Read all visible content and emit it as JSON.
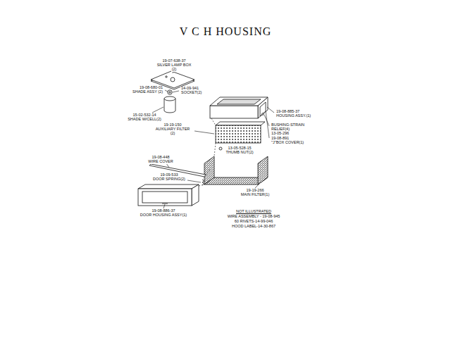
{
  "diagram": {
    "title": "V C H HOUSING",
    "labels": [
      "19-07-638-37",
      "SILVER LAMP BOX",
      "(2)",
      "19-08-680-01",
      "SHADE ASSY (2)",
      "14-09-941",
      "SOCKET(2)",
      "15-02-532-14",
      "SHADE W/CELL(2)",
      "19-19-150",
      "AUXILIARY FILTER",
      "(2)",
      "19-08-448",
      "WIRE COVER",
      "19-09-533",
      "DOOR SPRING(2)",
      "19-08-886-37",
      "DOOR HOUSING ASSY(1)",
      "19-08-885-37",
      "HOUSING ASSY.(1)",
      "BUSHING-STRAIN",
      "RELIEF(4)",
      "13-05-296",
      "19-08-891",
      "\"J\"BOX COVER(1)",
      "13-05-528-15",
      "THUMB NUT(2)",
      "19-19-266",
      "MAIN FILTER(1)",
      "NOT ILLUSTRATED",
      "WIRE ASSEMBLY - 19-08-945",
      "60 RIVETS-14-99-046",
      "HOOD LABEL-14-30-867"
    ]
  }
}
